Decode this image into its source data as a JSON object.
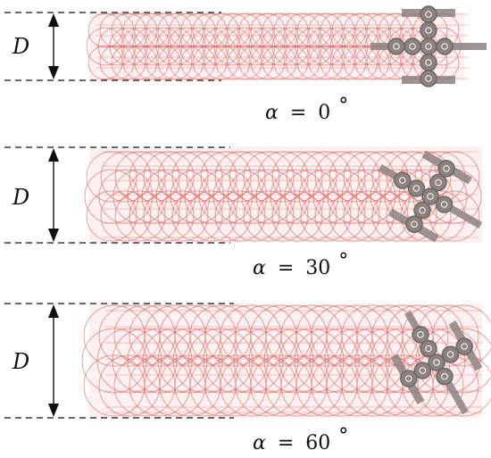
{
  "diagram": {
    "dimension_symbol": "D",
    "angle_symbol": "α",
    "equals_sign": "=",
    "degree_sign": "°",
    "panels": [
      {
        "alpha": "0"
      },
      {
        "alpha": "30"
      },
      {
        "alpha": "60"
      }
    ]
  },
  "colors": {
    "trajectory": "#d9534f",
    "trajectory_fill": "#fbe3e3",
    "tool_body": "#8c8380",
    "tool_ring": "#6e6764",
    "dimension_line": "#111111"
  }
}
